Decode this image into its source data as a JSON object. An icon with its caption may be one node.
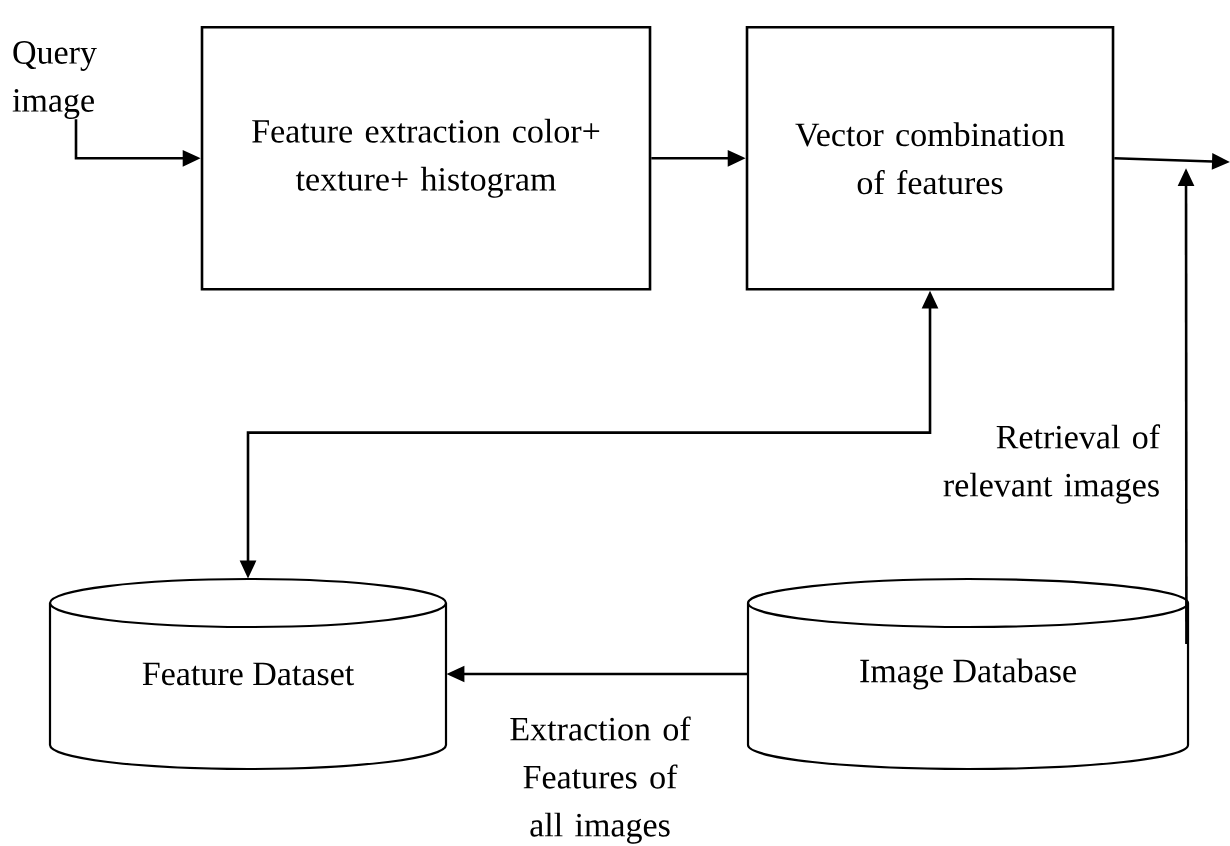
{
  "diagram": {
    "nodes": [
      {
        "text": [
          "Query image"
        ]
      },
      {
        "text": [
          "Feature extraction color+ texture+ histogram"
        ]
      },
      {
        "text": [
          "Vector combination of features"
        ]
      },
      {
        "text": [
          "Feature Dataset"
        ]
      },
      {
        "text": [
          "Image Database"
        ]
      }
    ],
    "edges": [
      {
        "from": 0,
        "to": 1,
        "arrow": "to"
      },
      {
        "from": 1,
        "to": 2,
        "arrow": "to"
      },
      {
        "from": 2,
        "to": null,
        "arrow": "to"
      },
      {
        "from": 2,
        "to": 3,
        "arrow": "both"
      },
      {
        "from": 4,
        "to": 3,
        "arrow": "to",
        "label": "Extraction of Features of all images"
      },
      {
        "from": 4,
        "to": null,
        "arrow": "to",
        "label": "Retrieval of relevant images"
      }
    ]
  }
}
